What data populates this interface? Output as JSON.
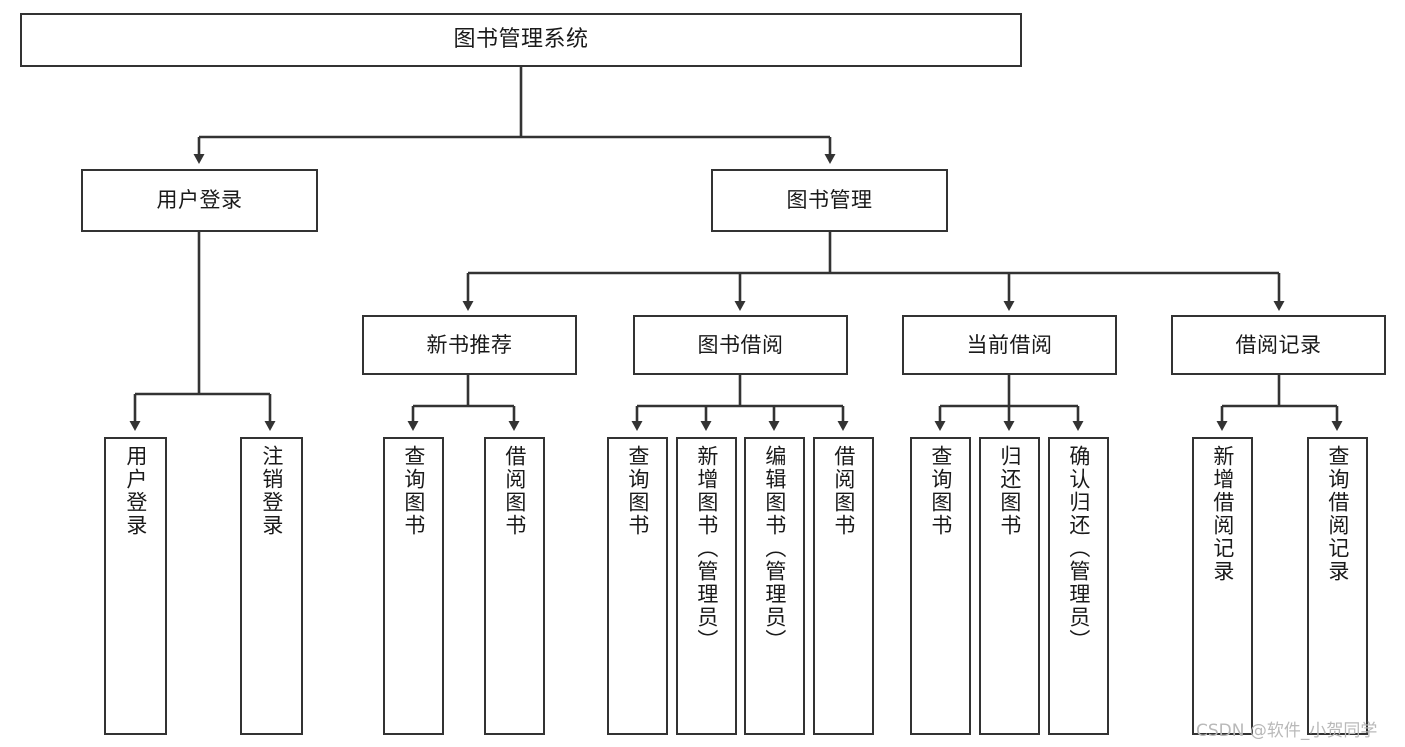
{
  "diagram": {
    "title": "图书管理系统",
    "type": "functional-structure-tree",
    "nodes": {
      "root": {
        "label": "图书管理系统"
      },
      "level1": [
        {
          "id": "user-login",
          "label": "用户登录"
        },
        {
          "id": "book-manage",
          "label": "图书管理"
        }
      ],
      "level2": [
        {
          "id": "new-book-recommend",
          "label": "新书推荐"
        },
        {
          "id": "book-borrow",
          "label": "图书借阅"
        },
        {
          "id": "current-borrow",
          "label": "当前借阅"
        },
        {
          "id": "borrow-record",
          "label": "借阅记录"
        }
      ],
      "leaves": {
        "user-login": [
          {
            "id": "leaf-user-login",
            "label": "用户登录"
          },
          {
            "id": "leaf-user-logout",
            "label": "注销登录"
          }
        ],
        "new-book-recommend": [
          {
            "id": "leaf-query-book-1",
            "label": "查询图书"
          },
          {
            "id": "leaf-borrow-book-1",
            "label": "借阅图书"
          }
        ],
        "book-borrow": [
          {
            "id": "leaf-query-book-2",
            "label": "查询图书"
          },
          {
            "id": "leaf-add-book",
            "label": "新增图书（管理员）"
          },
          {
            "id": "leaf-edit-book",
            "label": "编辑图书（管理员）"
          },
          {
            "id": "leaf-borrow-book-2",
            "label": "借阅图书"
          }
        ],
        "current-borrow": [
          {
            "id": "leaf-query-book-3",
            "label": "查询图书"
          },
          {
            "id": "leaf-return-book",
            "label": "归还图书"
          },
          {
            "id": "leaf-confirm-return",
            "label": "确认归还（管理员）"
          }
        ],
        "borrow-record": [
          {
            "id": "leaf-add-record",
            "label": "新增借阅记录"
          },
          {
            "id": "leaf-query-record",
            "label": "查询借阅记录"
          }
        ]
      }
    },
    "watermark": "CSDN @软件_小贺同学",
    "colors": {
      "border": "#333333",
      "text": "#1a1a1a",
      "background": "#ffffff",
      "watermark": "#b9b9b9"
    }
  }
}
